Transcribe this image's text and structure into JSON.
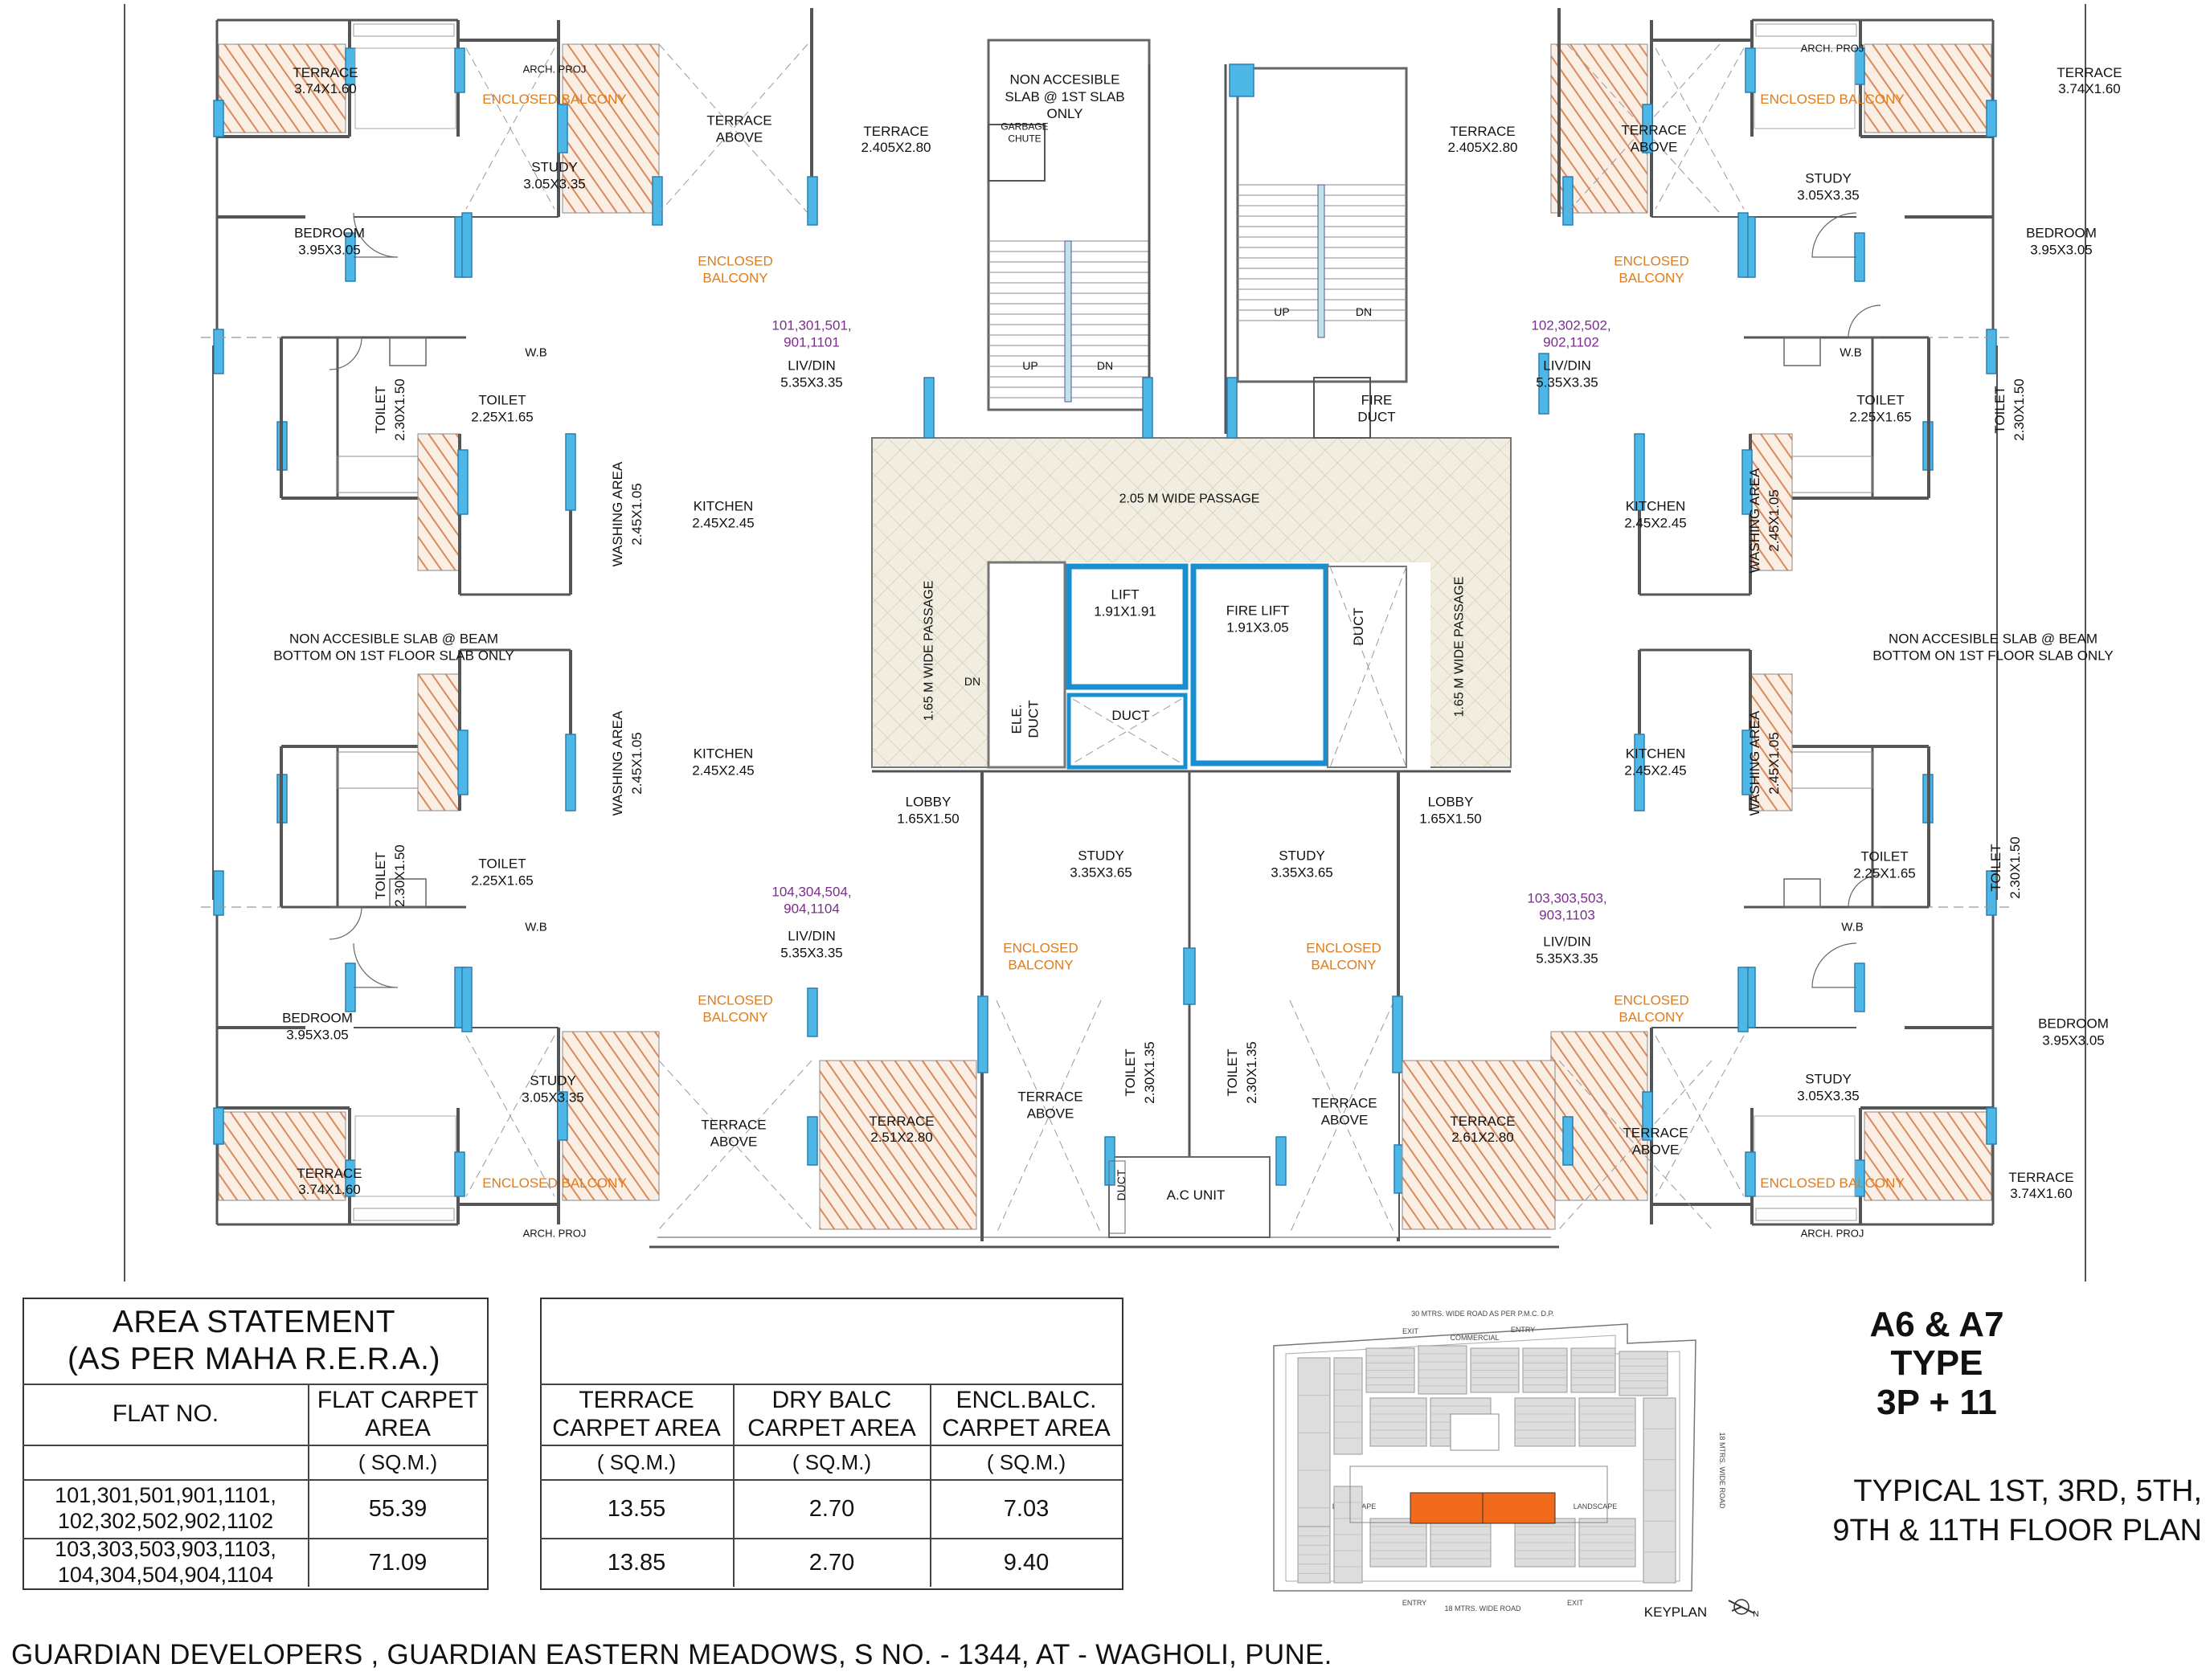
{
  "plan": {
    "flat_numbers": {
      "tl": "101,301,501,|901,1101",
      "tr": "102,302,502,|902,1102",
      "bl": "104,304,504,|904,1104",
      "br": "103,303,503,|903,1103"
    },
    "labels": {
      "terrace": "TERRACE",
      "terrace_above": "TERRACE|ABOVE",
      "enclosed_balcony": "ENCLOSED BALCONY",
      "enclosed_balcony_2l": "ENCLOSED|BALCONY",
      "arch_proj": "ARCH. PROJ",
      "study": "STUDY",
      "bedroom": "BEDROOM",
      "livdin": "LIV/DIN",
      "kitchen": "KITCHEN",
      "toilet": "TOILET",
      "wb": "W.B",
      "washing_area": "WASHING AREA",
      "non_accesible_slab": "NON ACCESIBLE SLAB @ BEAM|BOTTOM ON 1ST FLOOR SLAB ONLY",
      "non_accesible_top": "NON ACCESIBLE|SLAB @ 1ST SLAB|ONLY",
      "garbage_chute": "GARBAGE|CHUTE",
      "up": "UP",
      "dn": "DN",
      "fire_duct": "FIRE|DUCT",
      "passage_205": "2.05 M WIDE PASSAGE",
      "passage_165": "1.65 M WIDE PASSAGE",
      "lift": "LIFT",
      "fire_lift": "FIRE LIFT",
      "duct": "DUCT",
      "ele_duct": "ELE.|DUCT",
      "lobby": "LOBBY",
      "ac_unit": "A.C UNIT"
    },
    "dims": {
      "terrace_corner": "3.74X1.60",
      "terrace_top_mid": "2.405X2.80",
      "terrace_bot_left": "2.51X2.80",
      "terrace_bot_right": "2.61X2.80",
      "study": "3.05X3.35",
      "bedroom": "3.95X3.05",
      "livdin": "5.35X3.35",
      "kitchen": "2.45X2.45",
      "toilet_a": "2.25X1.65",
      "toilet_b": "2.30X1.50",
      "toilet_c": "2.30X1.35",
      "washing": "2.45X1.05",
      "lift": "1.91X1.91",
      "fire_lift": "1.91X3.05",
      "lobby": "1.65X1.50",
      "study_center": "3.35X3.65"
    }
  },
  "area_statement": {
    "title": "AREA STATEMENT|(AS PER MAHA R.E.R.A.)",
    "col_flat": "FLAT NO.",
    "col_carpet": "FLAT CARPET|AREA",
    "col_terrace": "TERRACE|CARPET AREA",
    "col_dry": "DRY BALC|CARPET AREA",
    "col_encl": "ENCL.BALC.|CARPET AREA",
    "unit": "( SQ.M.)",
    "rows": [
      {
        "flats": "101,301,501,901,1101,|102,302,502,902,1102",
        "carpet": "55.39",
        "terrace": "13.55",
        "dry": "2.70",
        "encl": "7.03"
      },
      {
        "flats": "103,303,503,903,1103,|104,304,504,904,1104",
        "carpet": "71.09",
        "terrace": "13.85",
        "dry": "2.70",
        "encl": "9.40"
      }
    ]
  },
  "type_title": "A6 & A7|TYPE|3P + 11",
  "floor_title": "TYPICAL 1ST, 3RD, 5TH,|9TH & 11TH FLOOR PLAN",
  "keyplan": {
    "label": "KEYPLAN",
    "top_road": "30 MTRS. WIDE ROAD AS PER P.M.C. D.P.",
    "bottom_road": "18 MTRS. WIDE ROAD",
    "right_road": "18 MTRS. WIDE ROAD",
    "exit": "EXIT",
    "entry": "ENTRY",
    "commercial": "COMMERCIAL",
    "landscape": "LANDSCAPE",
    "north": "N"
  },
  "footer": "GUARDIAN DEVELOPERS , GUARDIAN EASTERN MEADOWS,  S NO. - 1344, AT - WAGHOLI, PUNE.",
  "colors": {
    "window": "#4db8e8",
    "terrace_hatch": "#d98a5a",
    "balcony_text": "#e07b1a",
    "flat_no_text": "#7b2d8e",
    "keyplan_highlight": "#f26a1b",
    "lift_wall": "#1a8fd0",
    "passage_hatch": "#e8e1c8"
  }
}
